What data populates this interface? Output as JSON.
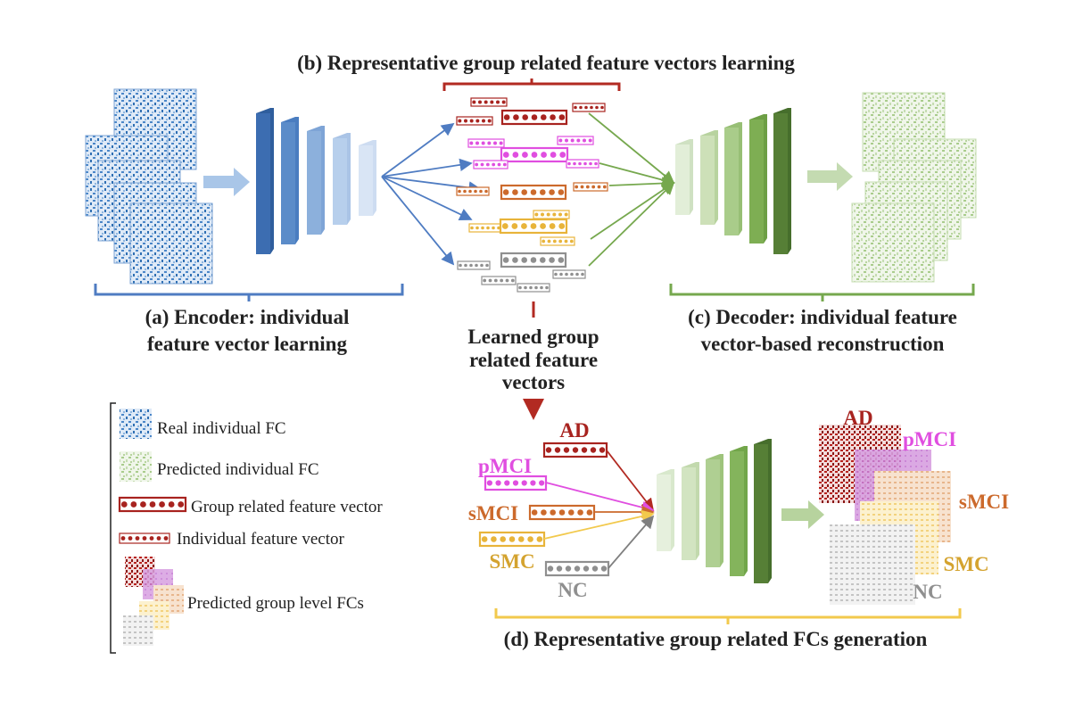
{
  "titles": {
    "b": "(b) Representative group related feature vectors learning",
    "a_line1": "(a) Encoder: individual",
    "a_line2": "feature vector learning",
    "c_line1": "(c) Decoder: individual feature",
    "c_line2": "vector-based reconstruction",
    "learned_line1": "Learned group",
    "learned_line2": "related feature",
    "learned_line3": "vectors",
    "d": "(d) Representative group related FCs generation"
  },
  "groups": [
    {
      "label": "AD",
      "color": "#a8231f"
    },
    {
      "label": "pMCI",
      "color": "#e04ee0"
    },
    {
      "label": "sMCI",
      "color": "#cc6a2c"
    },
    {
      "label": "SMC",
      "color": "#e8b43a"
    },
    {
      "label": "NC",
      "color": "#8f8f8f"
    }
  ],
  "legend": {
    "real_fc": "Real individual FC",
    "pred_fc": "Predicted individual FC",
    "group_vector": "Group related feature vector",
    "indiv_vector": "Individual feature vector",
    "group_fcs": "Predicted group level FCs"
  },
  "colors": {
    "encoder": "#4f7cc2",
    "decoder": "#76a84e",
    "bracket_b": "#b22a22",
    "bracket_d": "#f2c94c"
  }
}
